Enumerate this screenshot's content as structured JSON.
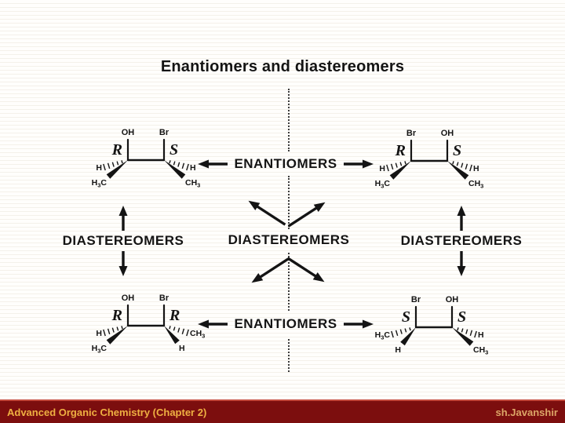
{
  "slide": {
    "title": "Enantiomers and diastereomers",
    "relationship_labels": {
      "enantiomers_top": "ENANTIOMERS",
      "enantiomers_bottom": "ENANTIOMERS",
      "diastereomers_left": "DIASTEREOMERS",
      "diastereomers_center": "DIASTEREOMERS",
      "diastereomers_right": "DIASTEREOMERS"
    },
    "molecules": [
      {
        "position": "top-left",
        "carbons": [
          {
            "stereo": "R",
            "top_group": "OH",
            "hash_group": "H",
            "wedge_group": "H3C"
          },
          {
            "stereo": "S",
            "top_group": "Br",
            "hash_group": "H",
            "wedge_group": "CH3"
          }
        ]
      },
      {
        "position": "top-right",
        "carbons": [
          {
            "stereo": "R",
            "top_group": "Br",
            "hash_group": "H",
            "wedge_group": "H3C"
          },
          {
            "stereo": "S",
            "top_group": "OH",
            "hash_group": "H",
            "wedge_group": "CH3"
          }
        ]
      },
      {
        "position": "bottom-left",
        "carbons": [
          {
            "stereo": "R",
            "top_group": "OH",
            "hash_group": "H",
            "wedge_group": "H3C"
          },
          {
            "stereo": "R",
            "top_group": "Br",
            "hash_group": "CH3",
            "wedge_group": "H"
          }
        ]
      },
      {
        "position": "bottom-right",
        "carbons": [
          {
            "stereo": "S",
            "top_group": "Br",
            "hash_group": "H3C",
            "wedge_group": "H"
          },
          {
            "stereo": "S",
            "top_group": "OH",
            "hash_group": "H",
            "wedge_group": "CH3"
          }
        ]
      }
    ]
  },
  "footer": {
    "left_text": "Advanced Organic Chemistry (Chapter 2)",
    "right_text": "sh.Javanshir"
  },
  "colors": {
    "ink": "#141414",
    "footer_bar": "#7c0e0e",
    "footer_stripe": "#c2473a",
    "footer_left_text": "#eeb042",
    "footer_right_text": "#dca667"
  }
}
